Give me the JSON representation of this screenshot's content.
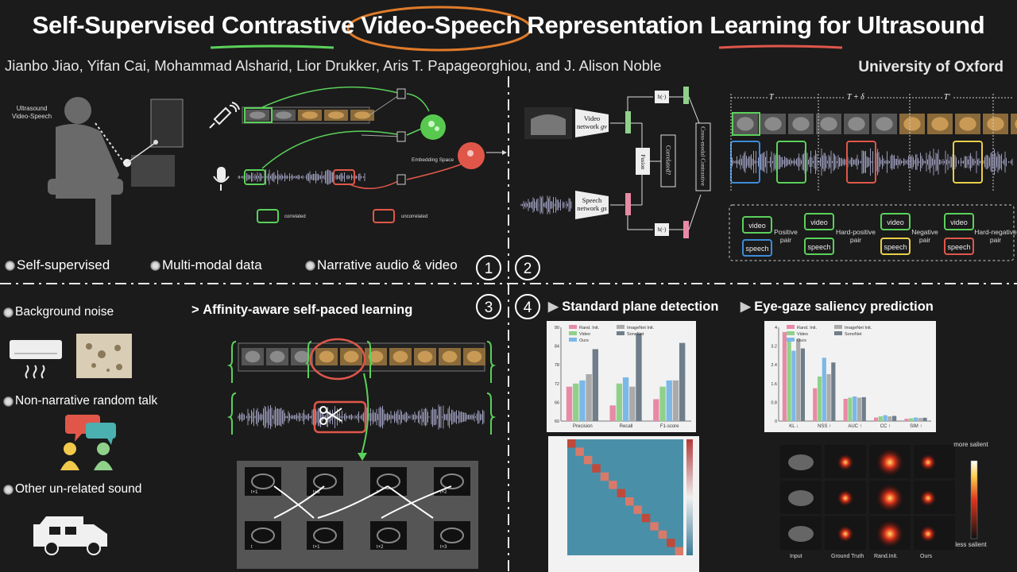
{
  "title": "Self-Supervised Contrastive Video-Speech Representation Learning for Ultrasound",
  "authors": "Jianbo Jiao, Yifan Cai, Mohammad Alsharid, Lior Drukker, Aris T. Papageorghiou, and J. Alison Noble",
  "affiliation": "University of Oxford",
  "colors": {
    "green": "#5bd15b",
    "red": "#e0574a",
    "blue": "#3d8bd9",
    "yellow": "#e8cf4a",
    "orange": "#e07b2a"
  },
  "q1": {
    "number": "1",
    "scene_label_1": "Ultrasound",
    "scene_label_2": "Video-Speech",
    "embedding_label": "Embedding Space",
    "legend_correlated": "correlated",
    "legend_uncorrelated": "uncorrelated",
    "bullets": [
      "Self-supervised",
      "Multi-modal data",
      "Narrative audio & video"
    ]
  },
  "q2": {
    "number": "2",
    "video_network": "Video network",
    "video_sub": "gv",
    "speech_network": "Speech network",
    "speech_sub": "gs",
    "fusion": "Fusion",
    "correlated_q": "Correlated?",
    "cross_modal": "Cross-modal Contrastive",
    "h_label": "h(·)",
    "time_labels": [
      "T",
      "T + δ",
      "T'"
    ],
    "pairs": [
      {
        "video": "video",
        "speech": "speech",
        "label_1": "Positive",
        "label_2": "pair"
      },
      {
        "video": "video",
        "speech": "speech",
        "label_1": "Hard-positive",
        "label_2": "pair"
      },
      {
        "video": "video",
        "speech": "speech",
        "label_1": "Negative",
        "label_2": "pair"
      },
      {
        "video": "video",
        "speech": "speech",
        "label_1": "Hard-negative",
        "label_2": "pair"
      }
    ]
  },
  "q3": {
    "number": "3",
    "bullets": [
      "Background noise",
      "Non-narrative random talk",
      "Other un-related sound"
    ],
    "section_title": "Affinity-aware self-paced learning",
    "frame_labels_top": [
      "t+1",
      "t+3",
      "t",
      "t+2"
    ],
    "frame_labels_bottom": [
      "t",
      "t+1",
      "t+2",
      "t+3"
    ]
  },
  "q4": {
    "number": "4",
    "spd_title": "Standard plane detection",
    "egs_title": "Eye-gaze saliency prediction",
    "spd_legend": [
      "Rand. Init.",
      "ImageNet Init.",
      "Video",
      "SonoNet",
      "Ours"
    ],
    "egs_legend": [
      "Rand. Init.",
      "ImageNet Init.",
      "Video",
      "SonoNet",
      "Ours"
    ],
    "saliency_top": "more salient",
    "saliency_bottom": "less salient",
    "grid_captions": [
      "Input",
      "Ground Truth",
      "Rand.Init.",
      "Ours"
    ]
  },
  "chart_data": [
    {
      "type": "bar",
      "title": "Standard plane detection",
      "categories": [
        "Precision",
        "Recall",
        "F1-score"
      ],
      "ylim": [
        60,
        90
      ],
      "series": [
        {
          "name": "Rand. Init.",
          "color": "#e88aa6",
          "values": [
            71,
            65,
            67
          ]
        },
        {
          "name": "Video",
          "color": "#8fd18a",
          "values": [
            72,
            72,
            71
          ]
        },
        {
          "name": "Ours",
          "color": "#7bb8e8",
          "values": [
            73,
            74,
            73
          ]
        },
        {
          "name": "ImageNet Init.",
          "color": "#aaaaaa",
          "values": [
            75,
            71,
            73
          ]
        },
        {
          "name": "SonoNet",
          "color": "#6f7e8a",
          "values": [
            83,
            88,
            85
          ]
        }
      ]
    },
    {
      "type": "bar",
      "title": "Eye-gaze saliency prediction",
      "categories": [
        "KL ↓",
        "NSS ↑",
        "AUC ↑",
        "CC ↑",
        "SIM ↑"
      ],
      "ylim": [
        0,
        4.0
      ],
      "series": [
        {
          "name": "Rand. Init.",
          "color": "#e88aa6",
          "values": [
            3.8,
            1.4,
            0.95,
            0.15,
            0.1
          ]
        },
        {
          "name": "Video",
          "color": "#8fd18a",
          "values": [
            3.4,
            1.9,
            1.0,
            0.2,
            0.12
          ]
        },
        {
          "name": "Ours",
          "color": "#7bb8e8",
          "values": [
            3.0,
            2.7,
            1.05,
            0.25,
            0.15
          ]
        },
        {
          "name": "ImageNet Init.",
          "color": "#aaaaaa",
          "values": [
            3.5,
            2.0,
            1.0,
            0.2,
            0.13
          ]
        },
        {
          "name": "SonoNet",
          "color": "#6f7e8a",
          "values": [
            3.1,
            2.5,
            1.02,
            0.22,
            0.14
          ]
        }
      ]
    }
  ]
}
